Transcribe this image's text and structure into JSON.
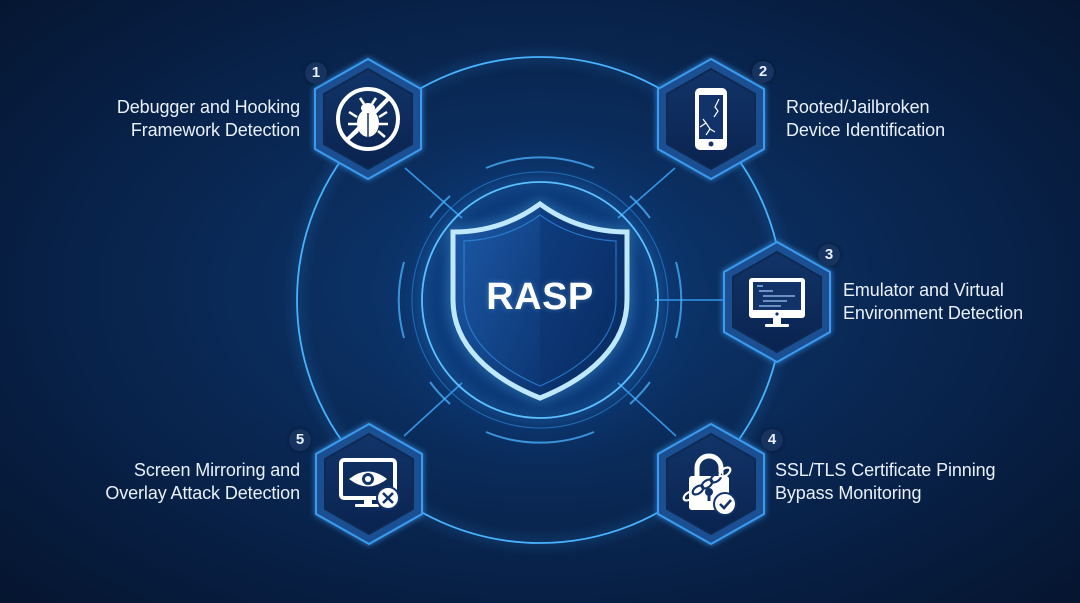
{
  "diagram": {
    "center": {
      "title": "RASP",
      "icon": "shield-icon"
    },
    "colors": {
      "background": "#071d40",
      "ring": "#3aa8ff",
      "hex_fill": "#0e2c5c",
      "hex_border": "#2d7fd6",
      "text": "#e9f0fb",
      "badge_bg": "#17335f"
    },
    "nodes": [
      {
        "number": "1",
        "icon": "no-bug-icon",
        "line1": "Debugger and Hooking",
        "line2": "Framework Detection"
      },
      {
        "number": "2",
        "icon": "cracked-phone-icon",
        "line1": "Rooted/Jailbroken",
        "line2": "Device Identification"
      },
      {
        "number": "3",
        "icon": "monitor-code-icon",
        "line1": "Emulator and Virtual",
        "line2": "Environment Detection"
      },
      {
        "number": "4",
        "icon": "chained-lock-check-icon",
        "line1": "SSL/TLS Certificate Pinning",
        "line2": "Bypass Monitoring"
      },
      {
        "number": "5",
        "icon": "monitor-eye-x-icon",
        "line1": "Screen Mirroring and",
        "line2": "Overlay Attack Detection"
      }
    ]
  }
}
